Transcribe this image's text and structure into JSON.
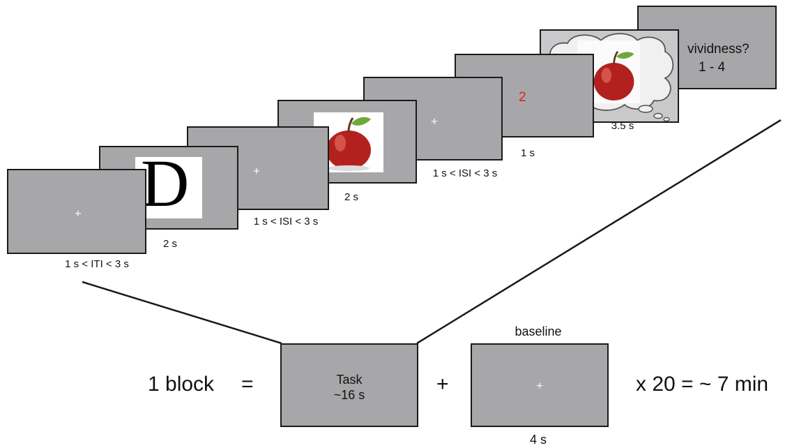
{
  "trial": {
    "iti_screen": {
      "symbol": "+",
      "duration": "1 s < ITI < 3 s"
    },
    "letter_screen": {
      "letter": "D",
      "duration": "2 s"
    },
    "isi_screen_1": {
      "symbol": "+",
      "duration": "1 s < ISI < 3 s"
    },
    "image_screen": {
      "icon": "apple-image",
      "duration": "2 s"
    },
    "isi_screen_2": {
      "symbol": "+",
      "duration": "1 s < ISI < 3 s"
    },
    "number_screen": {
      "number": "2",
      "number_color": "#e02020",
      "duration": "1 s"
    },
    "imagery_screen": {
      "icon": "thought-bubble-apple",
      "duration": "3.5 s"
    },
    "rating_screen": {
      "question": "vividness?",
      "scale": "1 - 4"
    }
  },
  "block": {
    "label": "1 block",
    "equals": "=",
    "task_label": "Task",
    "task_duration": "~16 s",
    "plus": "+",
    "baseline_label": "baseline",
    "baseline_symbol": "+",
    "baseline_duration": "4 s",
    "repeat": "x 20 = ~ 7 min"
  },
  "colors": {
    "screen_fill": "#a7a7a9",
    "border": "#1a1a1a"
  }
}
